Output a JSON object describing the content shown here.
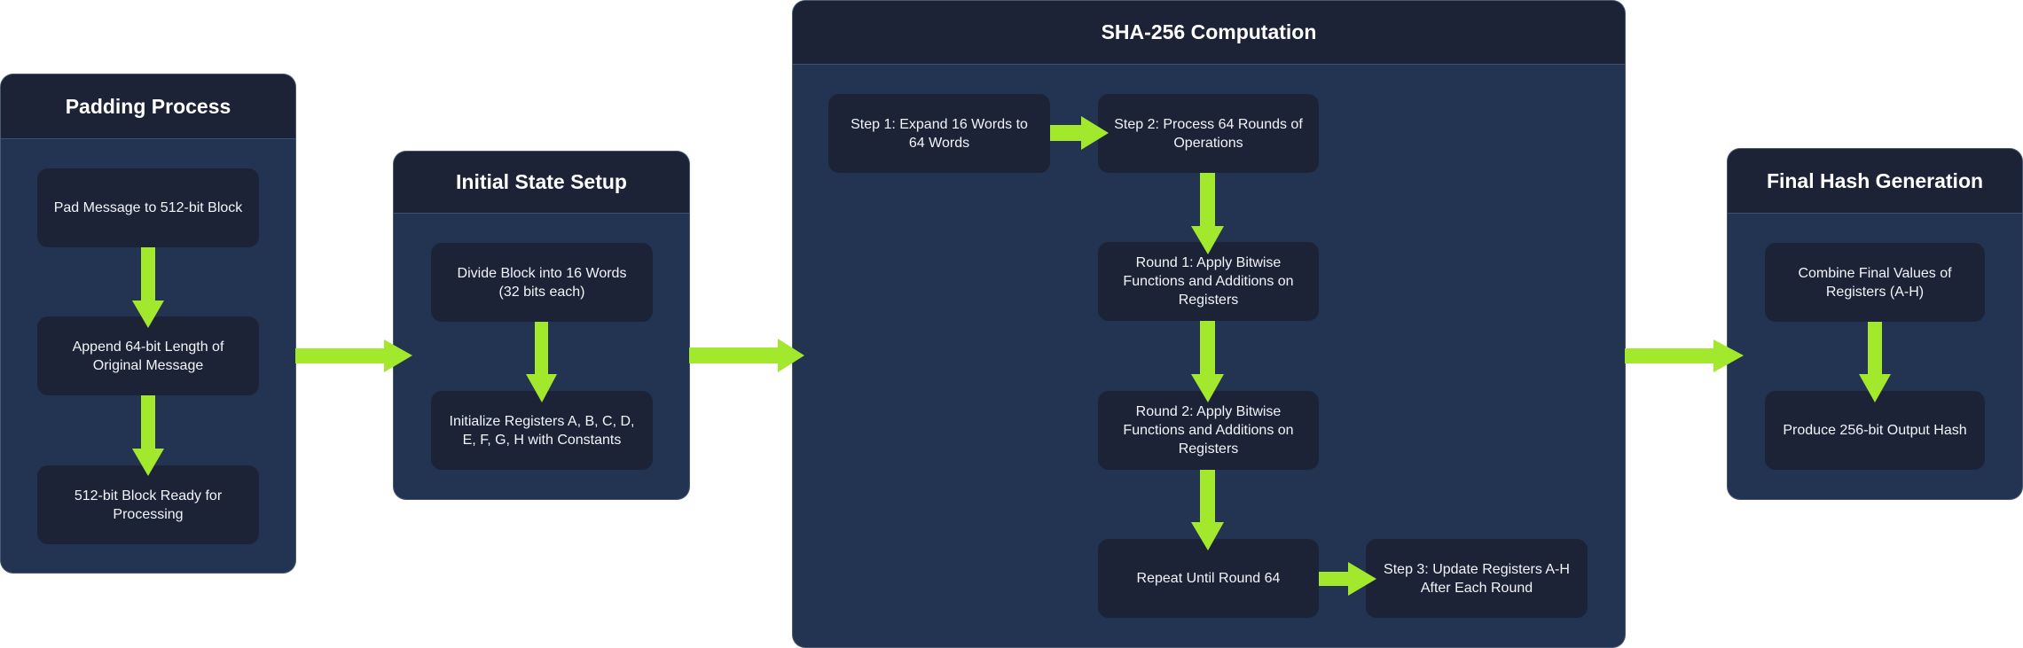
{
  "diagram": {
    "arrow_color": "#a2e82c",
    "cluster_body_color": "#223452",
    "cluster_header_color": "#1c2337",
    "node_color": "#1c2337",
    "clusters": {
      "padding": {
        "title": "Padding Process",
        "nodes": [
          "Pad Message to 512-bit Block",
          "Append 64-bit Length of Original Message",
          "512-bit Block Ready for Processing"
        ]
      },
      "initial": {
        "title": "Initial State Setup",
        "nodes": [
          "Divide Block into 16 Words (32 bits each)",
          "Initialize Registers A, B, C, D, E, F, G, H with Constants"
        ]
      },
      "computation": {
        "title": "SHA-256 Computation",
        "nodes": [
          "Step 1: Expand 16 Words to 64 Words",
          "Step 2: Process 64 Rounds of Operations",
          "Round 1: Apply Bitwise Functions and Additions on Registers",
          "Round 2: Apply Bitwise Functions and Additions on Registers",
          "Repeat Until Round 64",
          "Step 3: Update Registers A-H After Each Round"
        ]
      },
      "final": {
        "title": "Final Hash Generation",
        "nodes": [
          "Combine Final Values of Registers (A-H)",
          "Produce 256-bit Output Hash"
        ]
      }
    },
    "edges": [
      {
        "from": "Pad Message to 512-bit Block",
        "to": "Append 64-bit Length of Original Message"
      },
      {
        "from": "Append 64-bit Length of Original Message",
        "to": "512-bit Block Ready for Processing"
      },
      {
        "from": "Padding Process",
        "to": "Initial State Setup"
      },
      {
        "from": "Divide Block into 16 Words (32 bits each)",
        "to": "Initialize Registers A, B, C, D, E, F, G, H with Constants"
      },
      {
        "from": "Initial State Setup",
        "to": "SHA-256 Computation"
      },
      {
        "from": "Step 1: Expand 16 Words to 64 Words",
        "to": "Step 2: Process 64 Rounds of Operations"
      },
      {
        "from": "Step 2: Process 64 Rounds of Operations",
        "to": "Round 1: Apply Bitwise Functions and Additions on Registers"
      },
      {
        "from": "Round 1: Apply Bitwise Functions and Additions on Registers",
        "to": "Round 2: Apply Bitwise Functions and Additions on Registers"
      },
      {
        "from": "Round 2: Apply Bitwise Functions and Additions on Registers",
        "to": "Repeat Until Round 64"
      },
      {
        "from": "Repeat Until Round 64",
        "to": "Step 3: Update Registers A-H After Each Round"
      },
      {
        "from": "SHA-256 Computation",
        "to": "Final Hash Generation"
      },
      {
        "from": "Combine Final Values of Registers (A-H)",
        "to": "Produce 256-bit Output Hash"
      }
    ]
  }
}
